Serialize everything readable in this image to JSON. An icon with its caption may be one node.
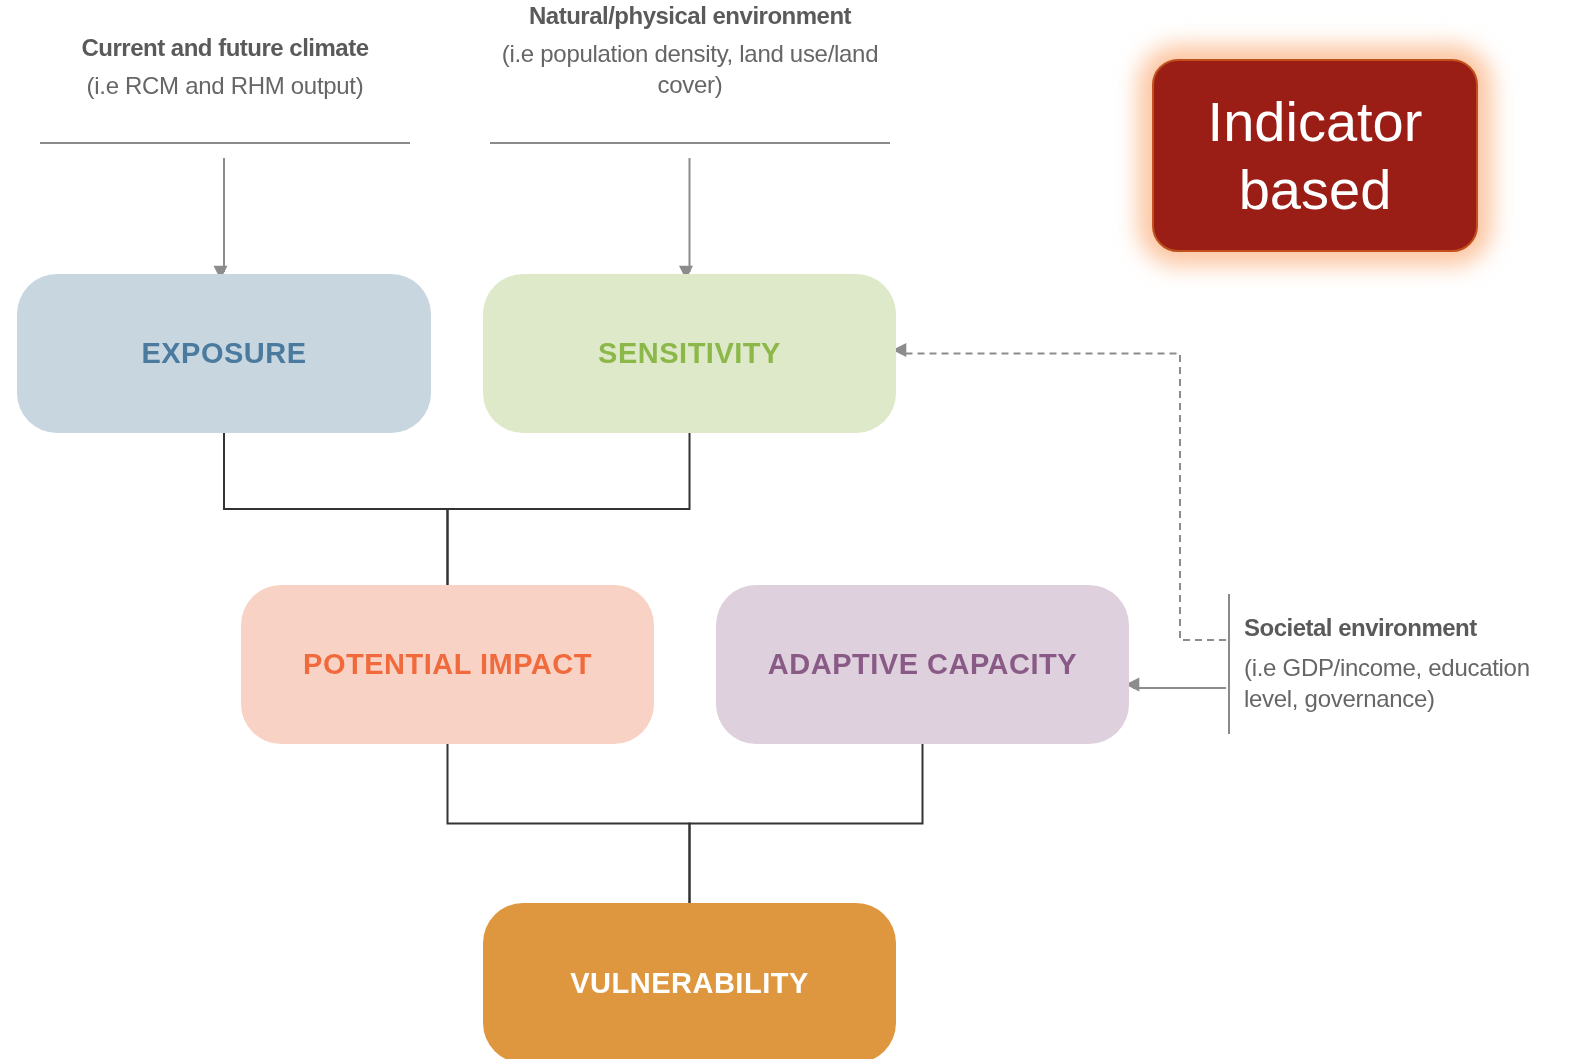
{
  "diagram": {
    "nodes": [
      {
        "text": [
          "Current and future climate",
          "(i.e RCM and RHM output)"
        ]
      },
      {
        "text": [
          "Natural/physical environment",
          "(i.e population density, land use/land cover)"
        ]
      },
      {
        "text": [
          "Indicator based"
        ]
      },
      {
        "text": [
          "EXPOSURE"
        ]
      },
      {
        "text": [
          "SENSITIVITY"
        ]
      },
      {
        "text": [
          "POTENTIAL IMPACT"
        ]
      },
      {
        "text": [
          "ADAPTIVE CAPACITY"
        ]
      },
      {
        "text": [
          "Societal environment",
          "(i.e GDP/income, education level, governance)"
        ]
      },
      {
        "text": [
          "VULNERABILITY"
        ]
      }
    ],
    "edges": [
      {
        "from": 0,
        "to": 3,
        "arrow": "to",
        "color": "#8c8c8c"
      },
      {
        "from": 1,
        "to": 4,
        "arrow": "to",
        "color": "#8c8c8c"
      },
      {
        "from": 3,
        "to": 5,
        "arrow": "none"
      },
      {
        "from": 4,
        "to": 5,
        "arrow": "none"
      },
      {
        "from": 5,
        "to": 8,
        "arrow": "none"
      },
      {
        "from": 6,
        "to": 8,
        "arrow": "none"
      },
      {
        "from": 7,
        "to": 4,
        "arrow": "to",
        "style": "dashed",
        "color": "#8c8c8c"
      },
      {
        "from": 7,
        "to": 6,
        "arrow": "to",
        "color": "#8c8c8c"
      }
    ]
  }
}
